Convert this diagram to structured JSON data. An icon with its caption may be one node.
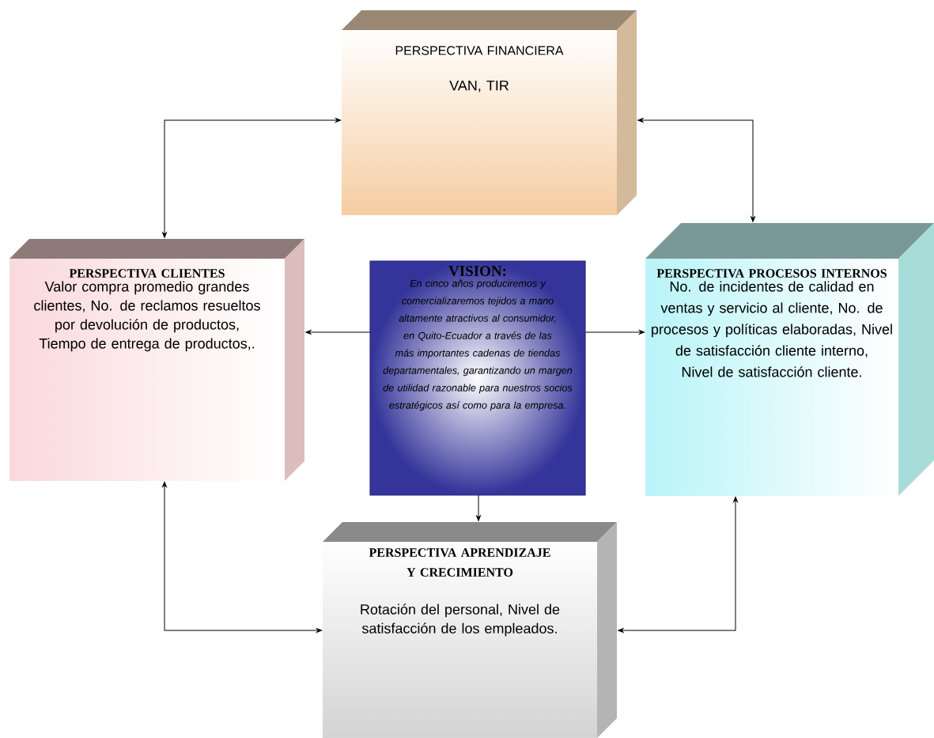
{
  "diagram": {
    "nodes": [
      {
        "text": [
          "PERSPECTIVA FINANCIERA",
          "VAN, TIR"
        ]
      },
      {
        "text": [
          "PERSPECTIVA CLIENTES",
          "Valor compra promedio grandes clientes, No. de reclamos resueltos por devolución de productos, Tiempo de entrega de productos,."
        ]
      },
      {
        "text": [
          "VISION:",
          "En cinco años produciremos y comercializaremos tejidos a mano altamente atractivos al consumidor, en Quito-Ecuador a través de las más importantes cadenas de tiendas departamentales, garantizando un margen de utilidad razonable para nuestros socios estratégicos así como para la empresa."
        ]
      },
      {
        "text": [
          "PERSPECTIVA PROCESOS INTERNOS",
          "No. de incidentes de calidad en ventas y servicio al cliente, No. de procesos  y políticas elaboradas, Nivel de satisfacción cliente interno, Nivel de satisfacción cliente."
        ]
      },
      {
        "text": [
          "PERSPECTIVA APRENDIZAJE Y CRECIMIENTO",
          "Rotación del personal, Nivel de satisfacción de los empleados."
        ]
      }
    ],
    "edges": [
      {
        "from": 0,
        "to": 1,
        "arrow": "both"
      },
      {
        "from": 0,
        "to": 3,
        "arrow": "both"
      },
      {
        "from": 2,
        "to": 1,
        "arrow": "to"
      },
      {
        "from": 2,
        "to": 3,
        "arrow": "to"
      },
      {
        "from": 2,
        "to": 4,
        "arrow": "to"
      },
      {
        "from": 1,
        "to": 4,
        "arrow": "both"
      },
      {
        "from": 3,
        "to": 4,
        "arrow": "both"
      }
    ]
  }
}
